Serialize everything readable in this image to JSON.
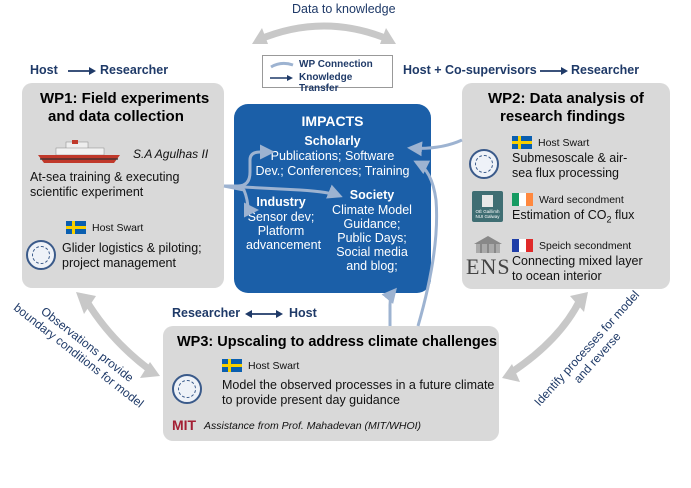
{
  "top_label": "Data to knowledge",
  "legend": {
    "wp_connection": "WP Connection",
    "knowledge_transfer": "Knowledge Transfer"
  },
  "flows": {
    "left_host": "Host",
    "left_researcher": "Researcher",
    "right_host": "Host + Co-supervisors",
    "right_researcher": "Researcher",
    "bottom_researcher": "Researcher",
    "bottom_host": "Host"
  },
  "wp1": {
    "title_line1": "WP1: Field experiments",
    "title_line2": "and data collection",
    "ship_name": "S.A Agulhas II",
    "text1_line1": "At-sea training & executing",
    "text1_line2": "scientific experiment",
    "host": "Host Swart",
    "text2_line1": "Glider logistics & piloting;",
    "text2_line2": "project management"
  },
  "wp2": {
    "title_line1": "WP2: Data analysis of",
    "title_line2": "research findings",
    "host": "Host Swart",
    "text1_line1": "Submesoscale & air-",
    "text1_line2": "sea flux processing",
    "ward": "Ward secondment",
    "ward_text": "Estimation of CO",
    "ward_sub": "2",
    "ward_text_end": " flux",
    "galway_logo": "OÉ Gaillimh NUI Galway",
    "speich": "Speich secondment",
    "speich_text1": "Connecting mixed layer",
    "speich_text2": "to ocean interior",
    "ens": "ENS"
  },
  "wp3": {
    "title": "WP3: Upscaling to address climate challenges",
    "host": "Host Swart",
    "text_line1": "Model the observed processes in a future climate",
    "text_line2": "to provide present day guidance",
    "mit_logo": "MIT",
    "assistance": "Assistance from Prof. Mahadevan (MIT/WHOI)"
  },
  "impacts": {
    "title": "IMPACTS",
    "scholarly_head": "Scholarly",
    "scholarly_1": "Publications; Software",
    "scholarly_2": "Dev.; Conferences; Training",
    "industry_head": "Industry",
    "industry_1": "Sensor dev;",
    "industry_2": "Platform",
    "industry_3": "advancement",
    "society_head": "Society",
    "society_1": "Climate Model",
    "society_2": "Guidance;",
    "society_3": "Public Days;",
    "society_4": "Social media",
    "society_5": "and blog;"
  },
  "side_labels": {
    "left_line1": "Observations provide",
    "left_line2": "boundary conditions for model",
    "right_line1": "Identify processes for model",
    "right_line2": "and reverse"
  },
  "colors": {
    "box_gray": "#d9d9d9",
    "impacts_blue": "#1b5fa8",
    "connector_blue": "#9db3d1",
    "flow_navy": "#1f3a68"
  }
}
